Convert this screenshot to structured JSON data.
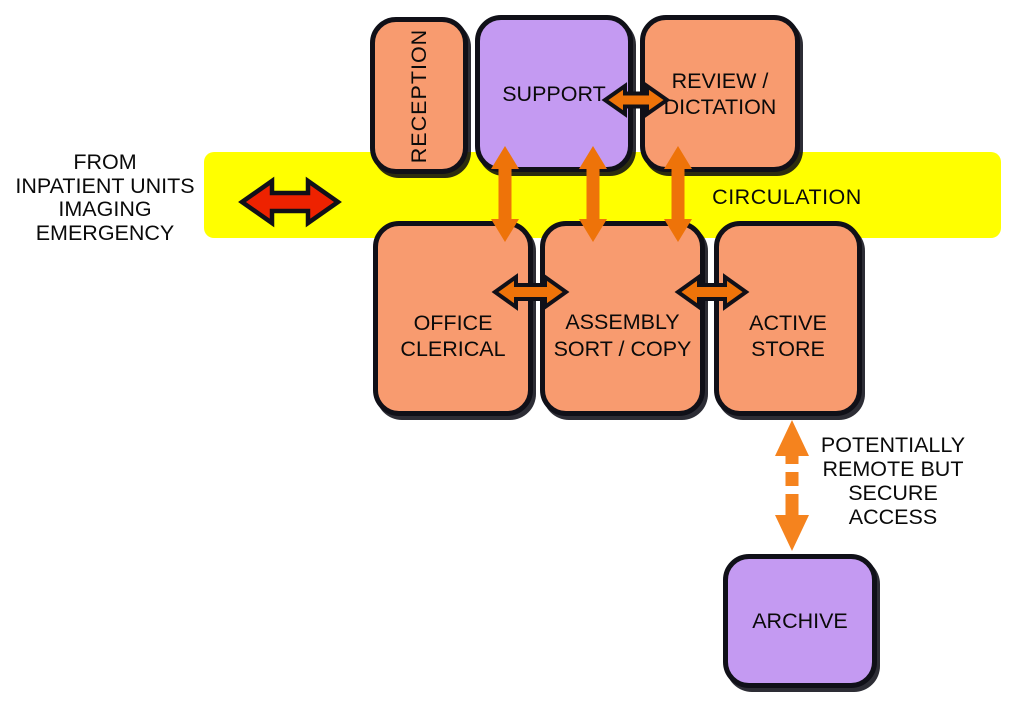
{
  "colors": {
    "band_yellow": "#FFFF00",
    "box_orange": "#F89B6F",
    "box_purple": "#C49AF2",
    "arrow_red": "#EE2200",
    "arrow_orange": "#EE7309",
    "arrow_orange_light": "#F5831E"
  },
  "circulation": {
    "label": "CIRCULATION"
  },
  "inflow": {
    "lines": [
      "FROM",
      "INPATIENT UNITS",
      "IMAGING",
      "EMERGENCY"
    ]
  },
  "rooms": {
    "reception": {
      "label": "RECEPTION"
    },
    "support": {
      "label": "SUPPORT"
    },
    "review": {
      "line1": "REVIEW /",
      "line2": "DICTATION"
    },
    "office": {
      "line1": "OFFICE",
      "line2": "CLERICAL"
    },
    "assembly": {
      "line1": "ASSEMBLY",
      "line2": "SORT / COPY"
    },
    "active_store": {
      "line1": "ACTIVE",
      "line2": "STORE"
    },
    "archive": {
      "label": "ARCHIVE"
    }
  },
  "archive_note": {
    "lines": [
      "POTENTIALLY",
      "REMOTE BUT",
      "SECURE",
      "ACCESS"
    ]
  }
}
